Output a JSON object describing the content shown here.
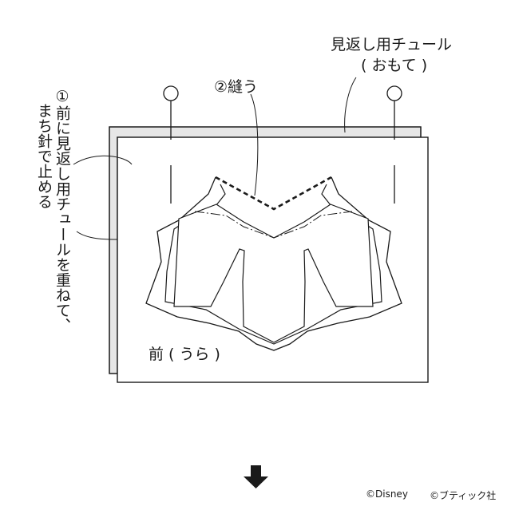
{
  "labels": {
    "tulle_label_line1": "見返し用チュール",
    "tulle_label_line2": "( おもて )",
    "step2": "②縫う",
    "front_label": "前 ( うら )"
  },
  "step1": {
    "col1": "①前に見返し用チュールを重ねて、",
    "col2": "まち針で止める"
  },
  "credits": {
    "disney": "©Disney",
    "boutique": "©ブティック社"
  },
  "icons": {
    "arrow": "down-arrow-icon",
    "pin": "pin-icon"
  }
}
